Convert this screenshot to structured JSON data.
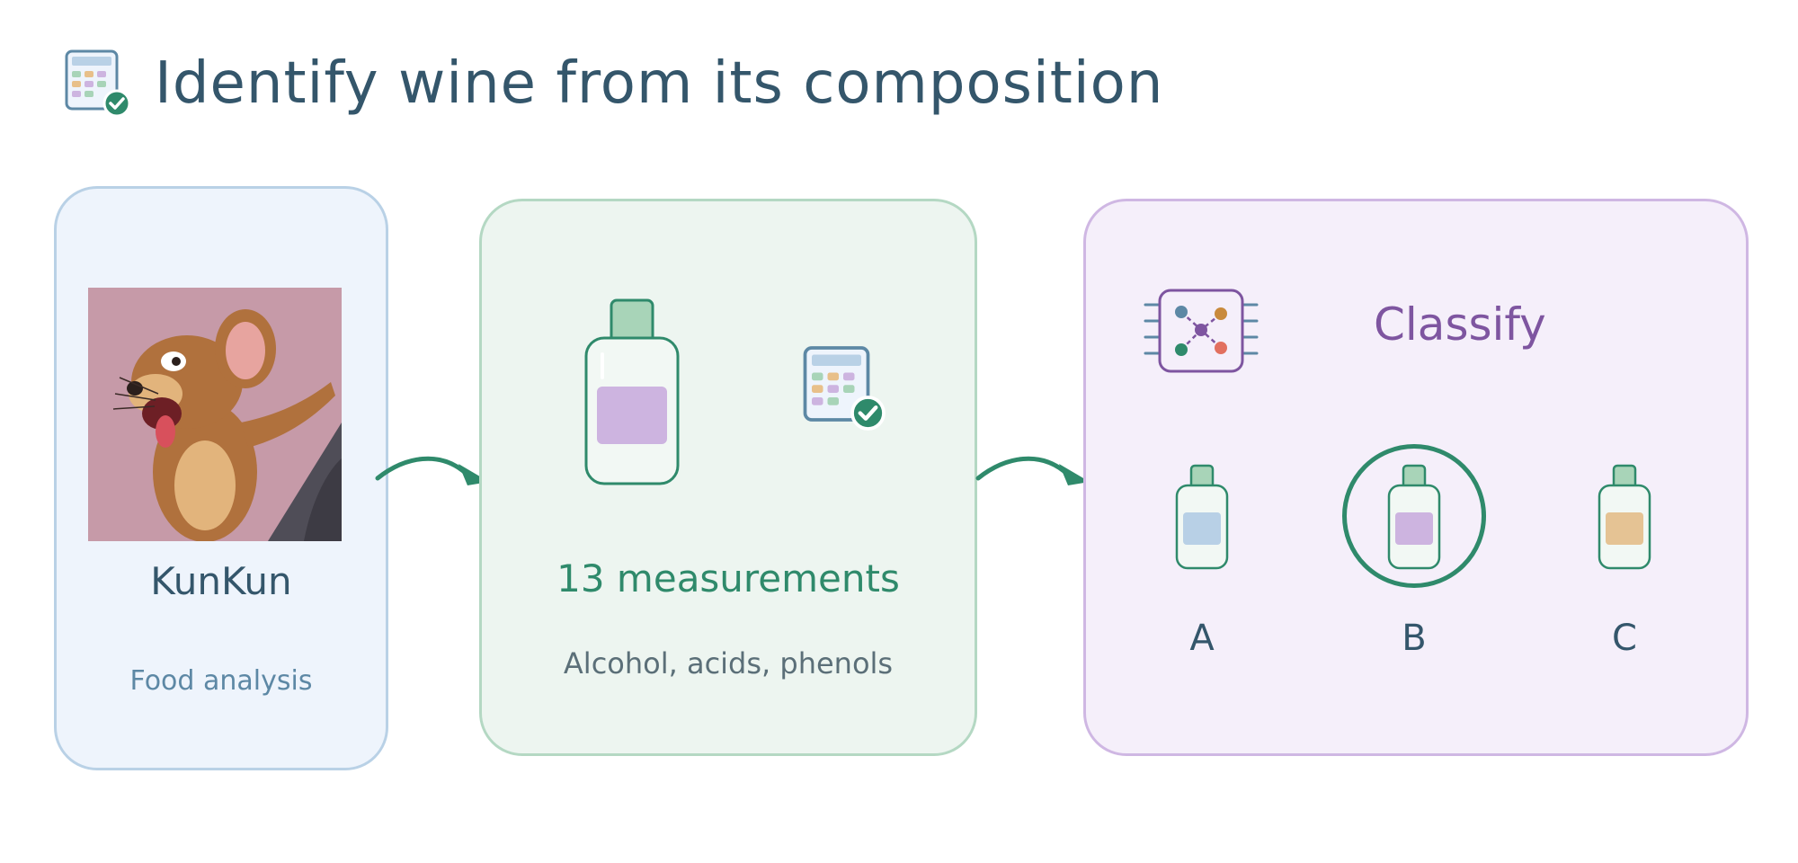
{
  "title": "Identify wine from its composition",
  "source": {
    "name": "KunKun",
    "caption": "Food analysis",
    "photo_icon": "cartoon-mouse-photo"
  },
  "measurements": {
    "count_label": "13 measurements",
    "detail": "Alcohol, acids, phenols",
    "icons": [
      "bottle-icon",
      "calculator-check-icon"
    ]
  },
  "classify": {
    "title": "Classify",
    "icon": "classifier-chip-icon",
    "classes": [
      {
        "label": "A",
        "color": "#b8d0e6"
      },
      {
        "label": "B",
        "color": "#cdb4e0",
        "selected": true
      },
      {
        "label": "C",
        "color": "#e5c394"
      }
    ]
  },
  "colors": {
    "title": "#34566b",
    "accent_green": "#2f8a6b",
    "accent_purple": "#7e55a0",
    "caption_blue": "#5d88a5"
  }
}
